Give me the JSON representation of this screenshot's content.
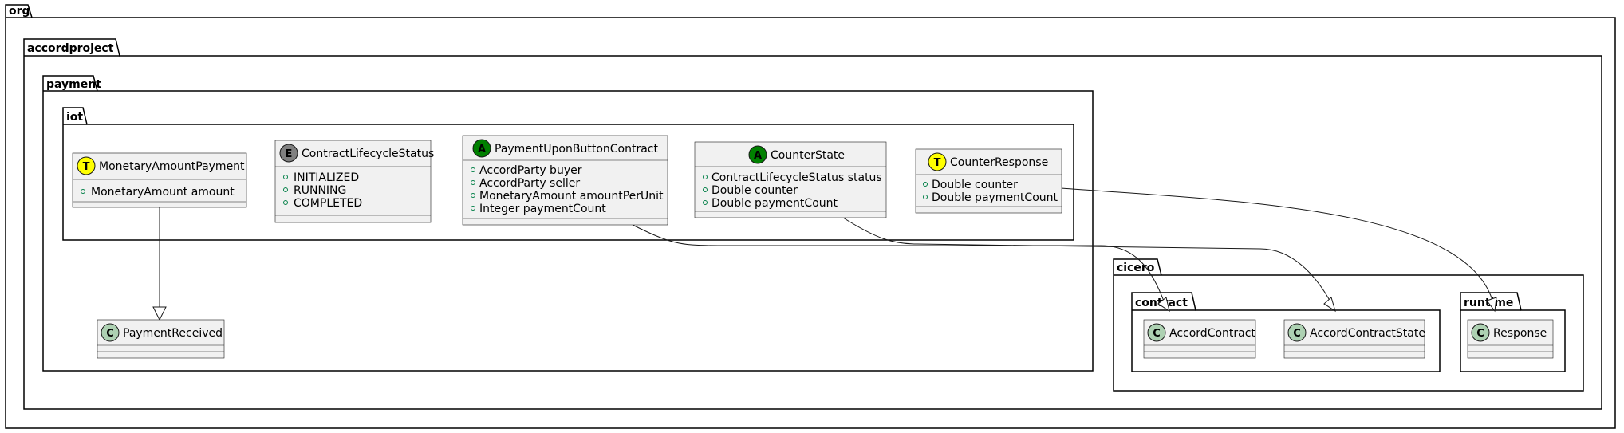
{
  "packages": {
    "org": "org",
    "accordproject": "accordproject",
    "payment": "payment",
    "iot": "iot",
    "cicero": "cicero",
    "contract": "contract",
    "runtime": "runtime"
  },
  "classes": [
    {
      "id": "monetary-amount-payment",
      "name": "MonetaryAmountPayment",
      "stereotype": "T",
      "badge_color": "#ffff00",
      "members": [
        "MonetaryAmount amount"
      ]
    },
    {
      "id": "contract-lifecycle-status",
      "name": "ContractLifecycleStatus",
      "stereotype": "E",
      "badge_color": "#808080",
      "members": [
        "INITIALIZED",
        "RUNNING",
        "COMPLETED"
      ]
    },
    {
      "id": "payment-upon-button-contract",
      "name": "PaymentUponButtonContract",
      "stereotype": "A",
      "badge_color": "#008000",
      "members": [
        "AccordParty buyer",
        "AccordParty seller",
        "MonetaryAmount amountPerUnit",
        "Integer paymentCount"
      ]
    },
    {
      "id": "counter-state",
      "name": "CounterState",
      "stereotype": "A",
      "badge_color": "#008000",
      "members": [
        "ContractLifecycleStatus status",
        "Double counter",
        "Double paymentCount"
      ]
    },
    {
      "id": "counter-response",
      "name": "CounterResponse",
      "stereotype": "T",
      "badge_color": "#ffff00",
      "members": [
        "Double counter",
        "Double paymentCount"
      ]
    },
    {
      "id": "payment-received",
      "name": "PaymentReceived",
      "stereotype": "C",
      "badge_color": "#add1b2",
      "members": []
    },
    {
      "id": "accord-contract",
      "name": "AccordContract",
      "stereotype": "C",
      "badge_color": "#add1b2",
      "members": []
    },
    {
      "id": "accord-contract-state",
      "name": "AccordContractState",
      "stereotype": "C",
      "badge_color": "#add1b2",
      "members": []
    },
    {
      "id": "response",
      "name": "Response",
      "stereotype": "C",
      "badge_color": "#add1b2",
      "members": []
    }
  ],
  "relations": [
    {
      "from": "monetary-amount-payment",
      "to": "payment-received",
      "type": "extends"
    },
    {
      "from": "payment-upon-button-contract",
      "to": "accord-contract",
      "type": "extends"
    },
    {
      "from": "counter-state",
      "to": "accord-contract-state",
      "type": "extends"
    },
    {
      "from": "counter-response",
      "to": "response",
      "type": "extends"
    }
  ],
  "colors": {
    "class_fill": "#f1f1f1",
    "class_border": "#181818",
    "package_border": "#000000",
    "line": "#181818"
  }
}
